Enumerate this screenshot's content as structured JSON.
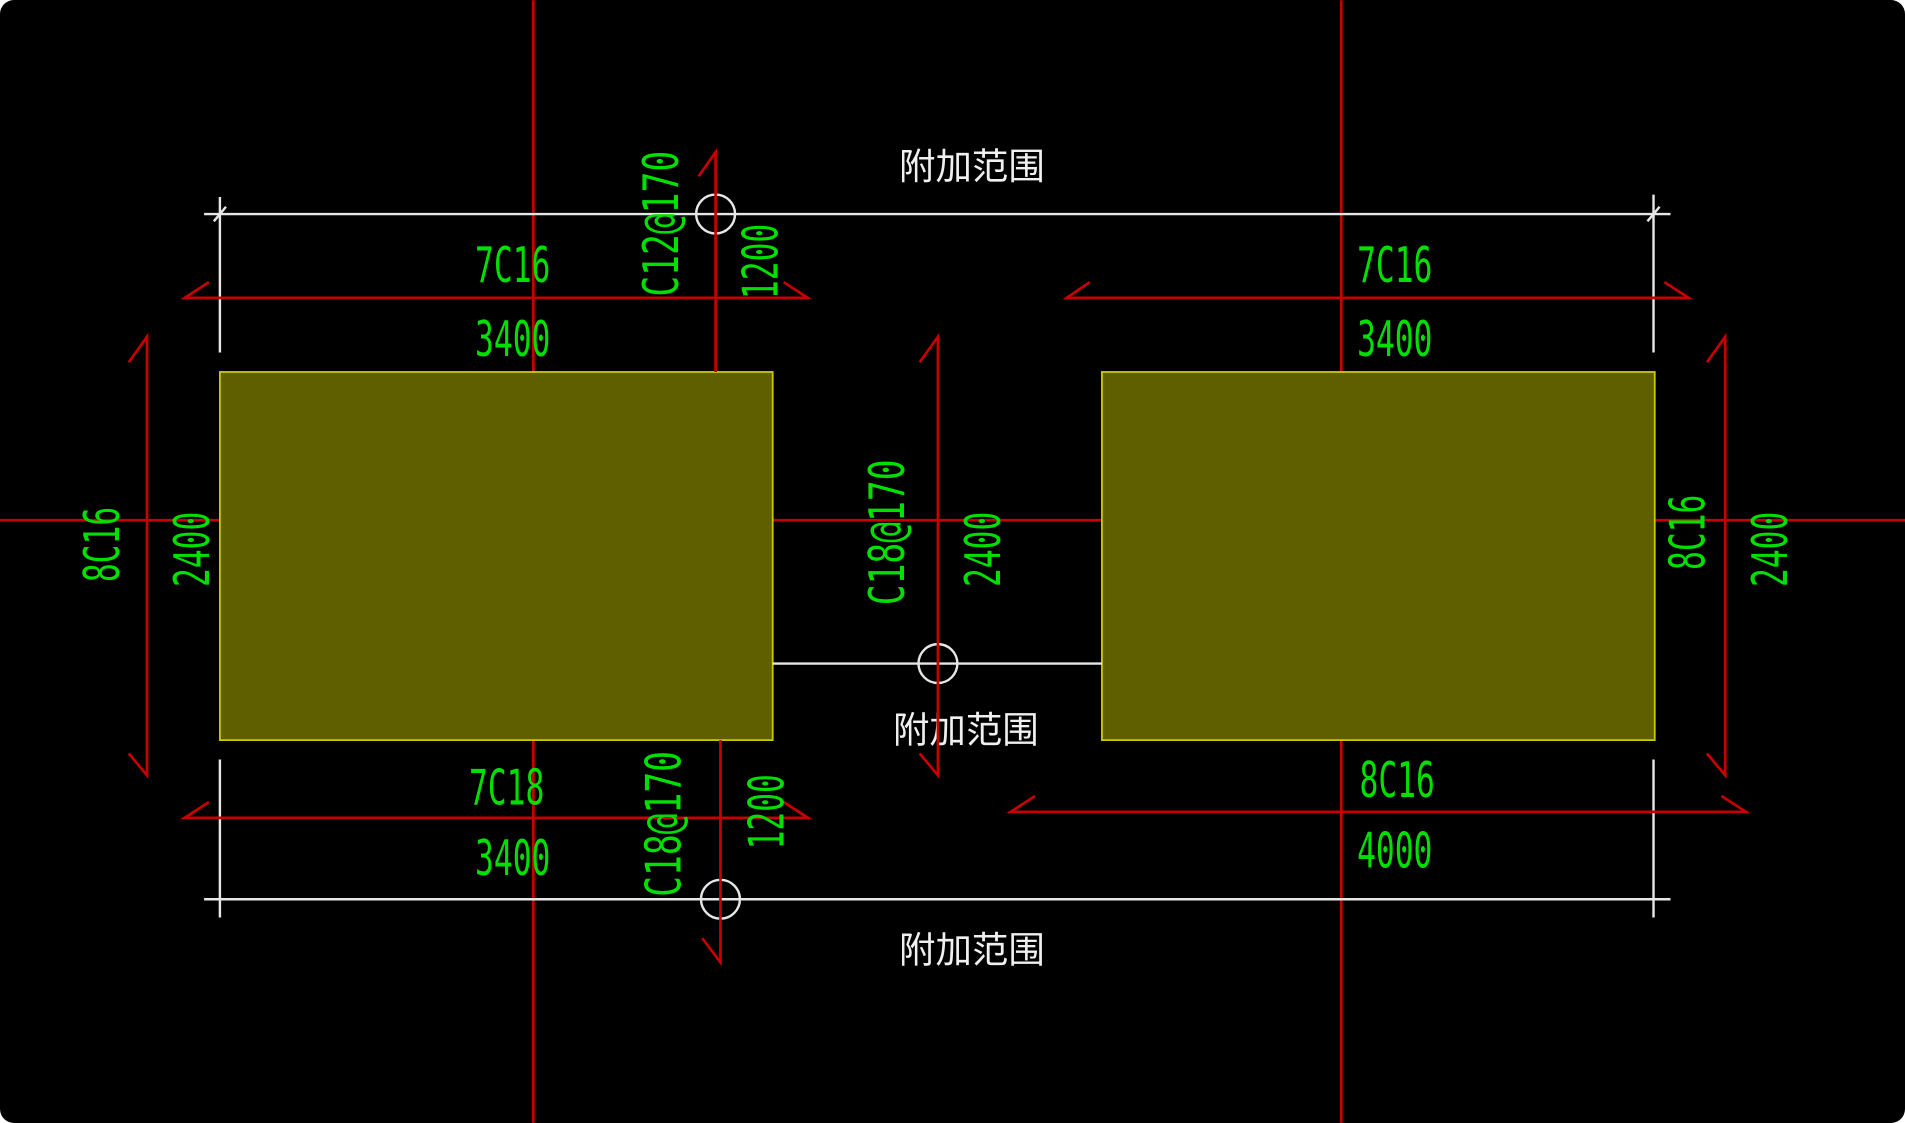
{
  "drawing": {
    "colors": {
      "background": "#000000",
      "axis": "#c80000",
      "rebar": "#c80000",
      "footing_fill": "#5f5f00",
      "footing_edge": "#c8c800",
      "text": "#00e000",
      "dimension": "#e6e6e6"
    },
    "range_labels": {
      "top": "附加范围",
      "middle": "附加范围",
      "bottom": "附加范围"
    },
    "left_footing": {
      "top_bars": "7C16",
      "top_length": "3400",
      "bottom_bars": "7C18",
      "bottom_length": "3400",
      "left_bars": "8C16",
      "left_length": "2400"
    },
    "right_footing": {
      "top_bars": "7C16",
      "top_length": "3400",
      "bottom_bars": "8C16",
      "bottom_length": "4000",
      "right_bars": "8C16",
      "right_length": "2400"
    },
    "connection": {
      "top_bars": "C12@170",
      "top_length": "1200",
      "middle_bars": "C18@170",
      "middle_length": "2400",
      "bottom_bars": "C18@170",
      "bottom_length": "1200"
    }
  }
}
